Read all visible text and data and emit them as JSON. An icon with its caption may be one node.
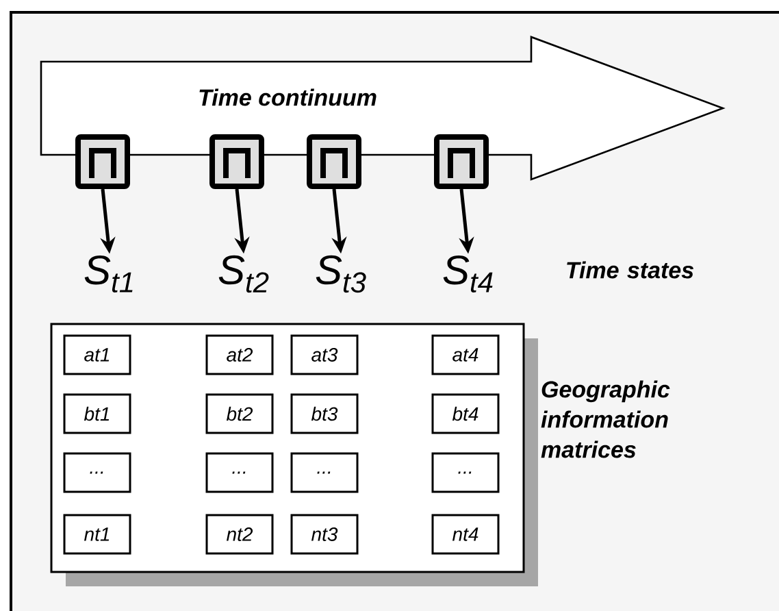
{
  "diagram": {
    "nodes": [
      {
        "text": [
          "Time continuum"
        ]
      },
      {
        "text": [],
        "shape": "box"
      },
      {
        "text": [],
        "shape": "box"
      },
      {
        "text": [],
        "shape": "box"
      },
      {
        "text": [],
        "shape": "box"
      },
      {
        "text": [
          "S$_{t1}$"
        ]
      },
      {
        "text": [
          "S$_{t2}$"
        ]
      },
      {
        "text": [
          "S$_{t3}$"
        ]
      },
      {
        "text": [
          "S$_{t4}$"
        ]
      },
      {
        "text": [],
        "shape": "box"
      },
      {
        "text": [
          "at1"
        ],
        "in": 9
      },
      {
        "text": [
          "at2"
        ],
        "in": 9
      },
      {
        "text": [
          "at3"
        ],
        "in": 9
      },
      {
        "text": [
          "at4"
        ],
        "in": 9
      },
      {
        "text": [
          "bt1"
        ],
        "in": 9
      },
      {
        "text": [
          "bt2"
        ],
        "in": 9
      },
      {
        "text": [
          "bt3"
        ],
        "in": 9
      },
      {
        "text": [
          "bt4"
        ],
        "in": 9
      },
      {
        "text": [
          "..."
        ],
        "in": 9
      },
      {
        "text": [
          "..."
        ],
        "in": 9
      },
      {
        "text": [
          "..."
        ],
        "in": 9
      },
      {
        "text": [
          "..."
        ],
        "in": 9
      },
      {
        "text": [
          "nt1"
        ],
        "in": 9
      },
      {
        "text": [
          "nt2"
        ],
        "in": 9
      },
      {
        "text": [
          "nt3"
        ],
        "in": 9
      },
      {
        "text": [
          "nt4"
        ],
        "in": 9
      }
    ],
    "edges": [
      {
        "from": 1,
        "to": 5,
        "arrow": "to"
      },
      {
        "from": 2,
        "to": 6,
        "arrow": "to"
      },
      {
        "from": 3,
        "to": 7,
        "arrow": "to"
      },
      {
        "from": 4,
        "to": 8,
        "arrow": "to"
      }
    ],
    "labels": [
      "Time states",
      "Geographic information matrices"
    ]
  }
}
